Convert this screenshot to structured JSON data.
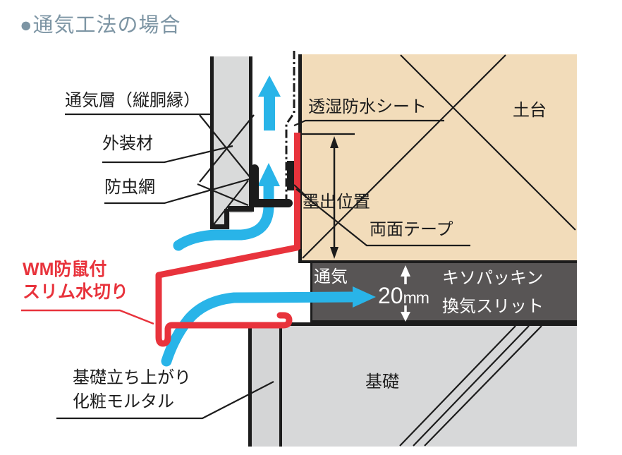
{
  "title": "●通気工法の場合",
  "colors": {
    "accent_red": "#e8333c",
    "airflow_blue": "#29b4e8",
    "sill_wood": "#f2dcba",
    "packing_band": "#585555",
    "wall_gray": "#d9dada",
    "foundation_gray": "#d7d8d9",
    "title_gray_blue": "#7d95a4",
    "line_black": "#1c1c1c"
  },
  "labels": {
    "ventilation_layer": "通気層（縦胴縁）",
    "exterior_material": "外装材",
    "insect_screen": "防虫網",
    "breathable_waterproof_sheet": "透湿防水シート",
    "sill": "土台",
    "ink_marking_position": "墨出位置",
    "double_sided_tape": "両面テープ",
    "water_drip_l1": "WM防鼠付",
    "water_drip_l2": "スリム水切り",
    "vent": "通気",
    "gap_value": "20",
    "gap_unit": "mm",
    "packing_l1": "キソパッキン",
    "packing_l2": "換気スリット",
    "foundation_riser_l1": "基礎立ち上がり",
    "foundation_riser_l2": "化粧モルタル",
    "foundation": "基礎"
  }
}
